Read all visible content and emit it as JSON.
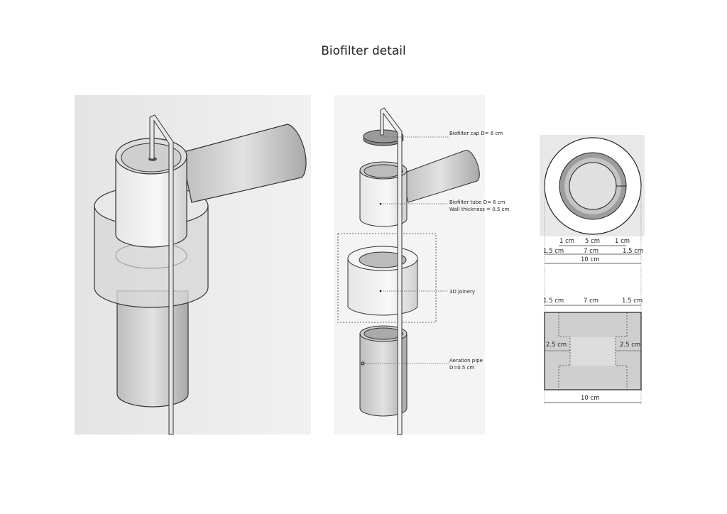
{
  "title": "Biofilter detail",
  "exploded_labels": {
    "cap": "Biofilter cap D= 6 cm",
    "tube_line1": "Biofilter tube    D= 6 cm",
    "tube_line2": "Wall thickness = 0.5 cm",
    "joinery": "3D joinery",
    "aeration_line1": "Aeration pipe",
    "aeration_line2": "D=0.5 cm"
  },
  "top_view_dims": {
    "inner_left": "1 cm",
    "inner_center": "5 cm",
    "inner_right": "1 cm",
    "outer_left": "1.5 cm",
    "outer_center": "7 cm",
    "outer_right": "1.5 cm",
    "total": "10 cm"
  },
  "section_dims": {
    "top_left": "1.5 cm",
    "top_center": "7 cm",
    "top_right": "1.5 cm",
    "side_left": "2.5 cm",
    "side_right": "2.5 cm",
    "total": "10 cm"
  }
}
